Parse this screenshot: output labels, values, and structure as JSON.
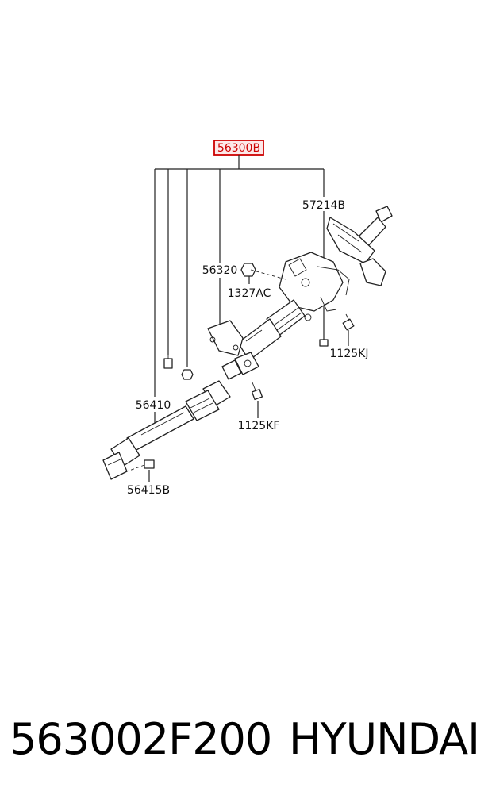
{
  "diagram": {
    "main_assembly": "56300B",
    "callouts": {
      "c57214B": "57214B",
      "c56320": "56320",
      "c1327AC": "1327AC",
      "c1125KJ": "1125KJ",
      "c56410": "56410",
      "c1125KF": "1125KF",
      "c56415B": "56415B"
    },
    "highlight_color": "#cc0000"
  },
  "footer": {
    "part_number": "563002F200",
    "brand": "HYUNDAI"
  }
}
